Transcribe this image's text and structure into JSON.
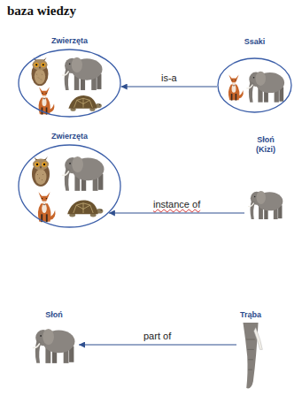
{
  "diagram": {
    "title": "baza wiedzy",
    "nodes": [
      {
        "text": [
          "Zwierzęta"
        ]
      },
      {
        "text": [
          "Ssaki"
        ]
      },
      {
        "text": [
          "Zwierzęta"
        ]
      },
      {
        "text": [
          "Słoń (Kizi)"
        ]
      },
      {
        "text": [
          "Słoń"
        ]
      },
      {
        "text": [
          "Trąba"
        ]
      }
    ],
    "edges": [
      {
        "from": 1,
        "to": 0,
        "label": "is-a",
        "arrow": "to"
      },
      {
        "from": 3,
        "to": 2,
        "label": "instance of",
        "arrow": "to"
      },
      {
        "from": 5,
        "to": 4,
        "label": "part of",
        "arrow": "to"
      }
    ]
  }
}
